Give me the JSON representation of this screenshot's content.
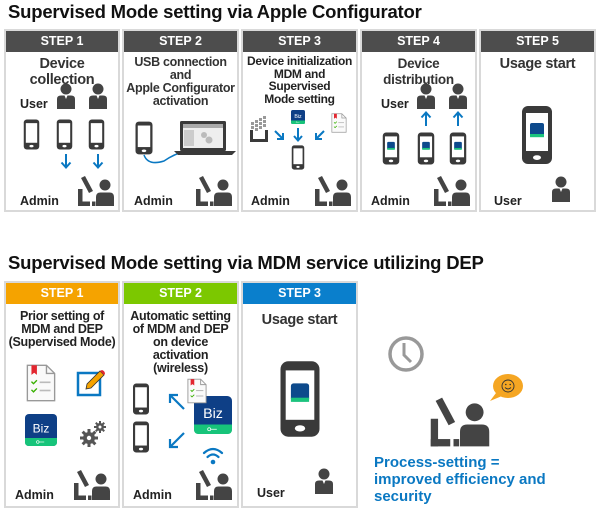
{
  "section1": {
    "title": "Supervised Mode setting via Apple Configurator",
    "header_color": "#4d4d4d",
    "steps": [
      {
        "label": "STEP 1",
        "description": "Device collection",
        "roles": [
          "User",
          "Admin"
        ]
      },
      {
        "label": "STEP 2",
        "description": "USB connection\nand\nApple Configurator\nactivation",
        "roles": [
          "Admin"
        ]
      },
      {
        "label": "STEP 3",
        "description": "Device initialization\nMDM and\nSupervised\nMode setting",
        "roles": [
          "Admin"
        ]
      },
      {
        "label": "STEP 4",
        "description": "Device distribution",
        "roles": [
          "User",
          "Admin"
        ]
      },
      {
        "label": "STEP 5",
        "description": "Usage start",
        "roles": [
          "User"
        ]
      }
    ]
  },
  "section2": {
    "title": "Supervised Mode setting via MDM service utilizing DEP",
    "steps": [
      {
        "label": "STEP 1",
        "color": "#f5a300",
        "description": "Prior setting of\nMDM and DEP\n(Supervised Mode)",
        "roles": [
          "Admin"
        ]
      },
      {
        "label": "STEP 2",
        "color": "#7cc800",
        "description": "Automatic setting\nof MDM and DEP\non device activation\n(wireless)",
        "roles": [
          "Admin"
        ]
      },
      {
        "label": "STEP 3",
        "color": "#0a7fcc",
        "description": "Usage start",
        "roles": [
          "User"
        ]
      }
    ],
    "result_text": "Process-setting =\nimproved efficiency and\nsecurity"
  },
  "app_icon": {
    "label": "Biz"
  },
  "colors": {
    "accent_blue": "#0a78c2",
    "icon_dark": "#3a3a3a",
    "clock_gray": "#999999",
    "bubble": "#f5a623"
  }
}
